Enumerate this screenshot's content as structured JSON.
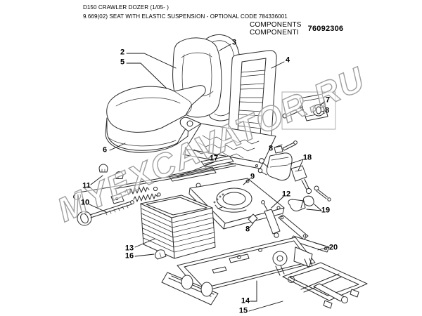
{
  "header": {
    "line1": "D150 CRAWLER DOZER (1/05- )",
    "line2": "9.669(02) SEAT WITH ELASTIC SUSPENSION - OPTIONAL CODE 784336001"
  },
  "components_box": {
    "label_en": "COMPONENTS",
    "label_it": "COMPONENTI",
    "part_number": "76092306"
  },
  "watermark": "MYEXCAVATOR.RU",
  "diagram": {
    "description": "Exploded parts view of operator seat with elastic suspension",
    "callouts": [
      {
        "label": "2"
      },
      {
        "label": "5"
      },
      {
        "label": "3"
      },
      {
        "label": "4"
      },
      {
        "label": "6"
      },
      {
        "label": "7"
      },
      {
        "label": "8"
      },
      {
        "label": "8"
      },
      {
        "label": "17"
      },
      {
        "label": "18"
      },
      {
        "label": "9"
      },
      {
        "label": "11"
      },
      {
        "label": "12"
      },
      {
        "label": "10"
      },
      {
        "label": "19"
      },
      {
        "label": "8"
      },
      {
        "label": "13"
      },
      {
        "label": "16"
      },
      {
        "label": "20"
      },
      {
        "label": "14"
      },
      {
        "label": "15"
      }
    ]
  }
}
